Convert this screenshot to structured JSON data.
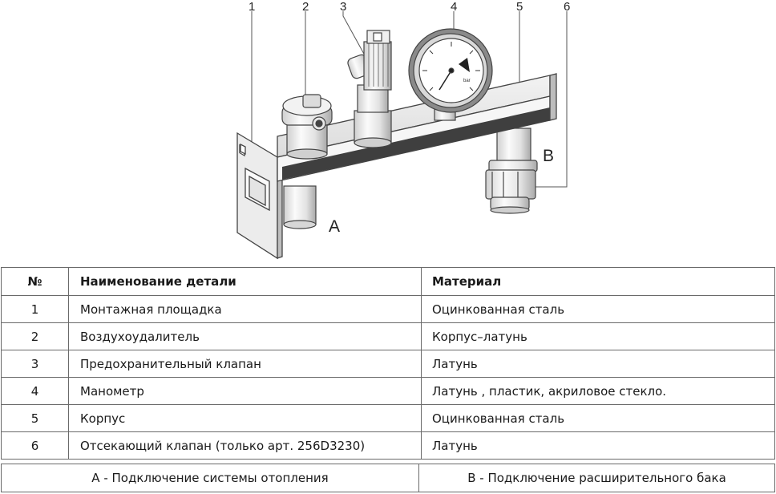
{
  "callouts": [
    "1",
    "2",
    "3",
    "4",
    "5",
    "6"
  ],
  "ports": {
    "a": "A",
    "b": "B"
  },
  "gauge": {
    "unit": "bar"
  },
  "table": {
    "headers": [
      "№",
      "Наименование детали",
      "Материал"
    ],
    "rows": [
      {
        "num": "1",
        "name": "Монтажная площадка",
        "material": "Оцинкованная сталь"
      },
      {
        "num": "2",
        "name": "Воздухоудалитель",
        "material": "Корпус–латунь"
      },
      {
        "num": "3",
        "name": "Предохранительный клапан",
        "material": "Латунь"
      },
      {
        "num": "4",
        "name": "Манометр",
        "material": "Латунь , пластик, акриловое стекло."
      },
      {
        "num": "5",
        "name": "Корпус",
        "material": "Оцинкованная сталь"
      },
      {
        "num": "6",
        "name": "Отсекающий клапан (только арт. 256D3230)",
        "material": "Латунь"
      }
    ]
  },
  "legend": {
    "a": "А - Подключение системы отопления",
    "b": "В - Подключение расширительного бака"
  },
  "colors": {
    "line": "#555555",
    "dark_band": "#3f3f3f",
    "table_border": "#6a6a6a"
  }
}
